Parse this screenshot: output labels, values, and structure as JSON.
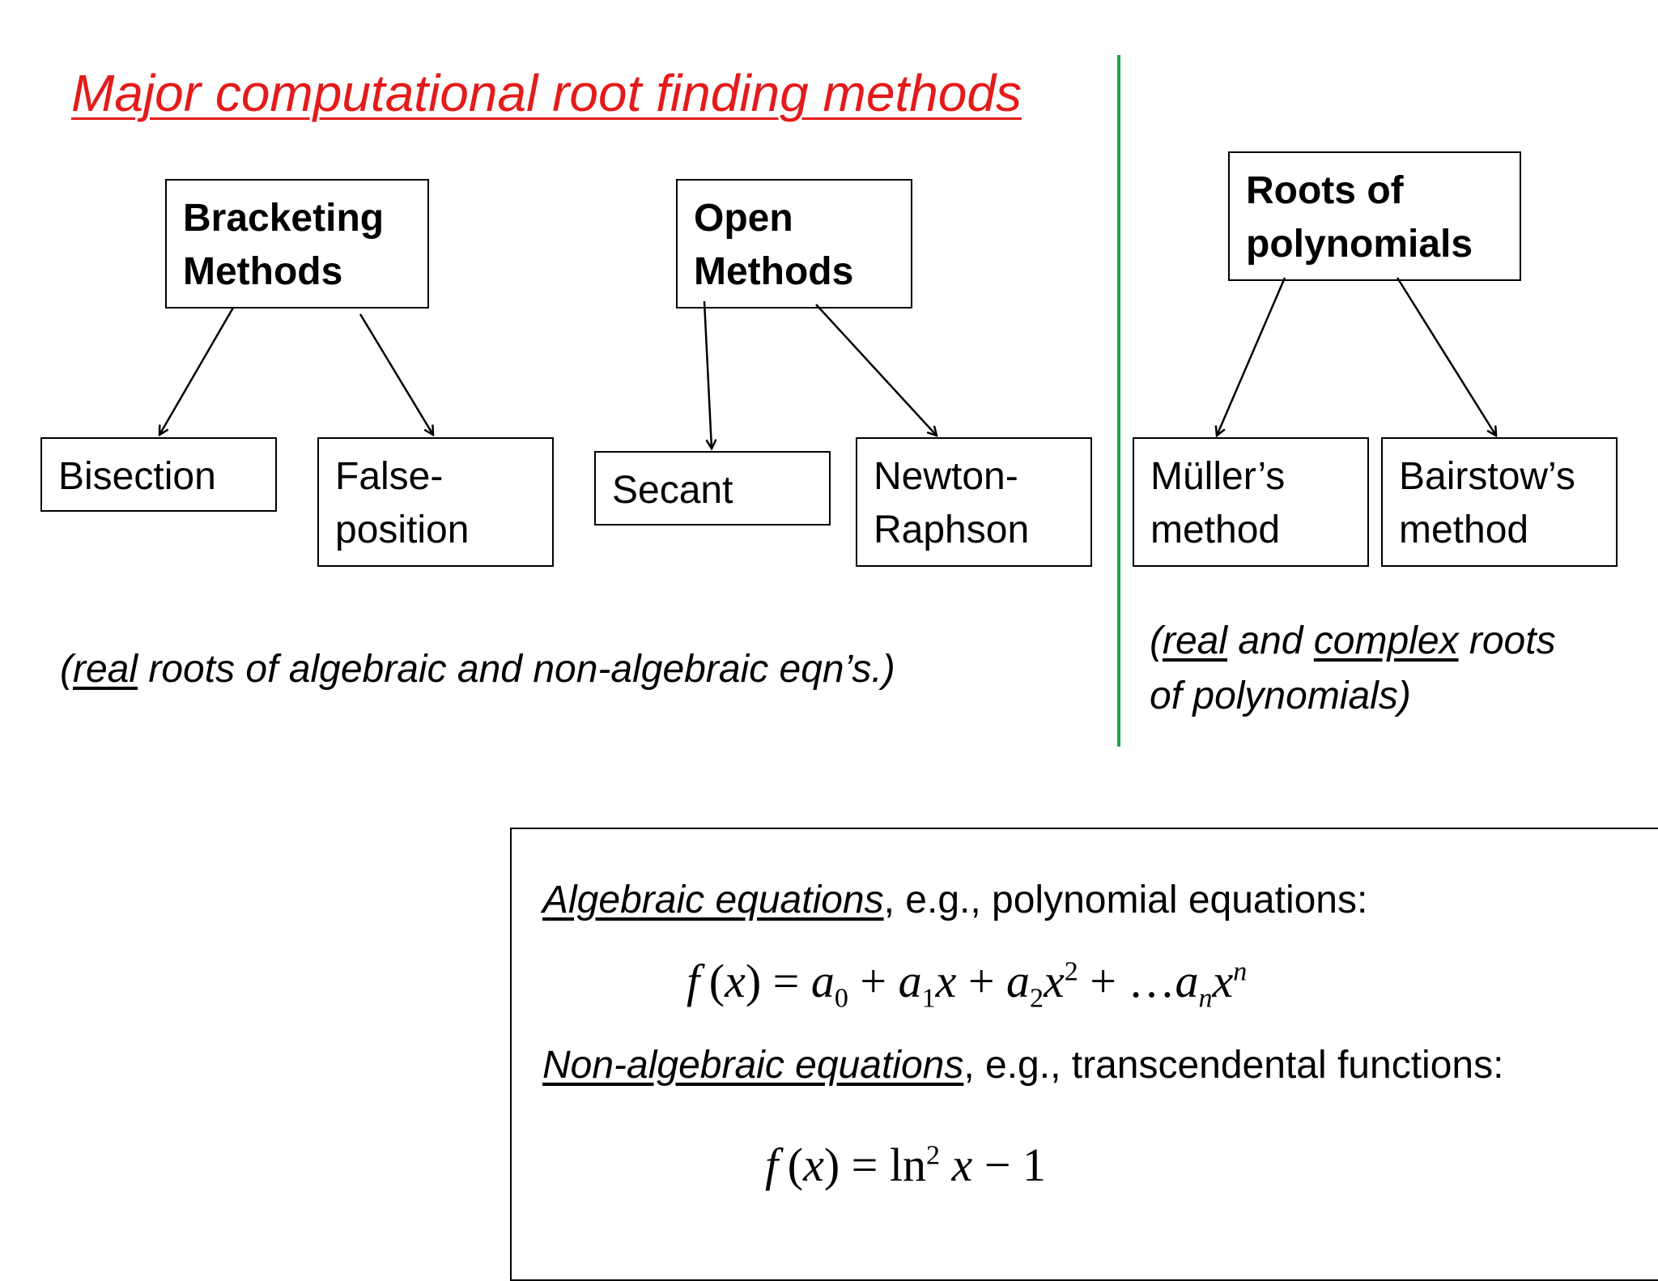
{
  "title": "Major computational root finding methods",
  "categories": {
    "bracketing": "Bracketing\nMethods",
    "open": "Open\nMethods",
    "polynomials": "Roots of\npolynomials"
  },
  "methods": {
    "bisection": "Bisection",
    "false_position": "False-\nposition",
    "secant": "Secant",
    "newton_raphson": "Newton-\nRaphson",
    "muller": "Müller’s\nmethod",
    "bairstow": "Bairstow’s\nmethod"
  },
  "notes": {
    "left": {
      "paren_open": "(",
      "real": "real",
      "rest": " roots of algebraic and non-algebraic eqn’s.)"
    },
    "right": {
      "paren_open": "(",
      "real": "real",
      "and": " and ",
      "complex": "complex",
      "rest1": " roots",
      "line2": "of polynomials)"
    }
  },
  "equations": {
    "algebraic_term": "Algebraic equations",
    "algebraic_rest": ", e.g., polynomial equations:",
    "non_algebraic_term": "Non-algebraic equations",
    "non_algebraic_rest": ", e.g., transcendental functions:"
  },
  "colors": {
    "title": "#e31b1b",
    "divider": "#1aa34a"
  }
}
